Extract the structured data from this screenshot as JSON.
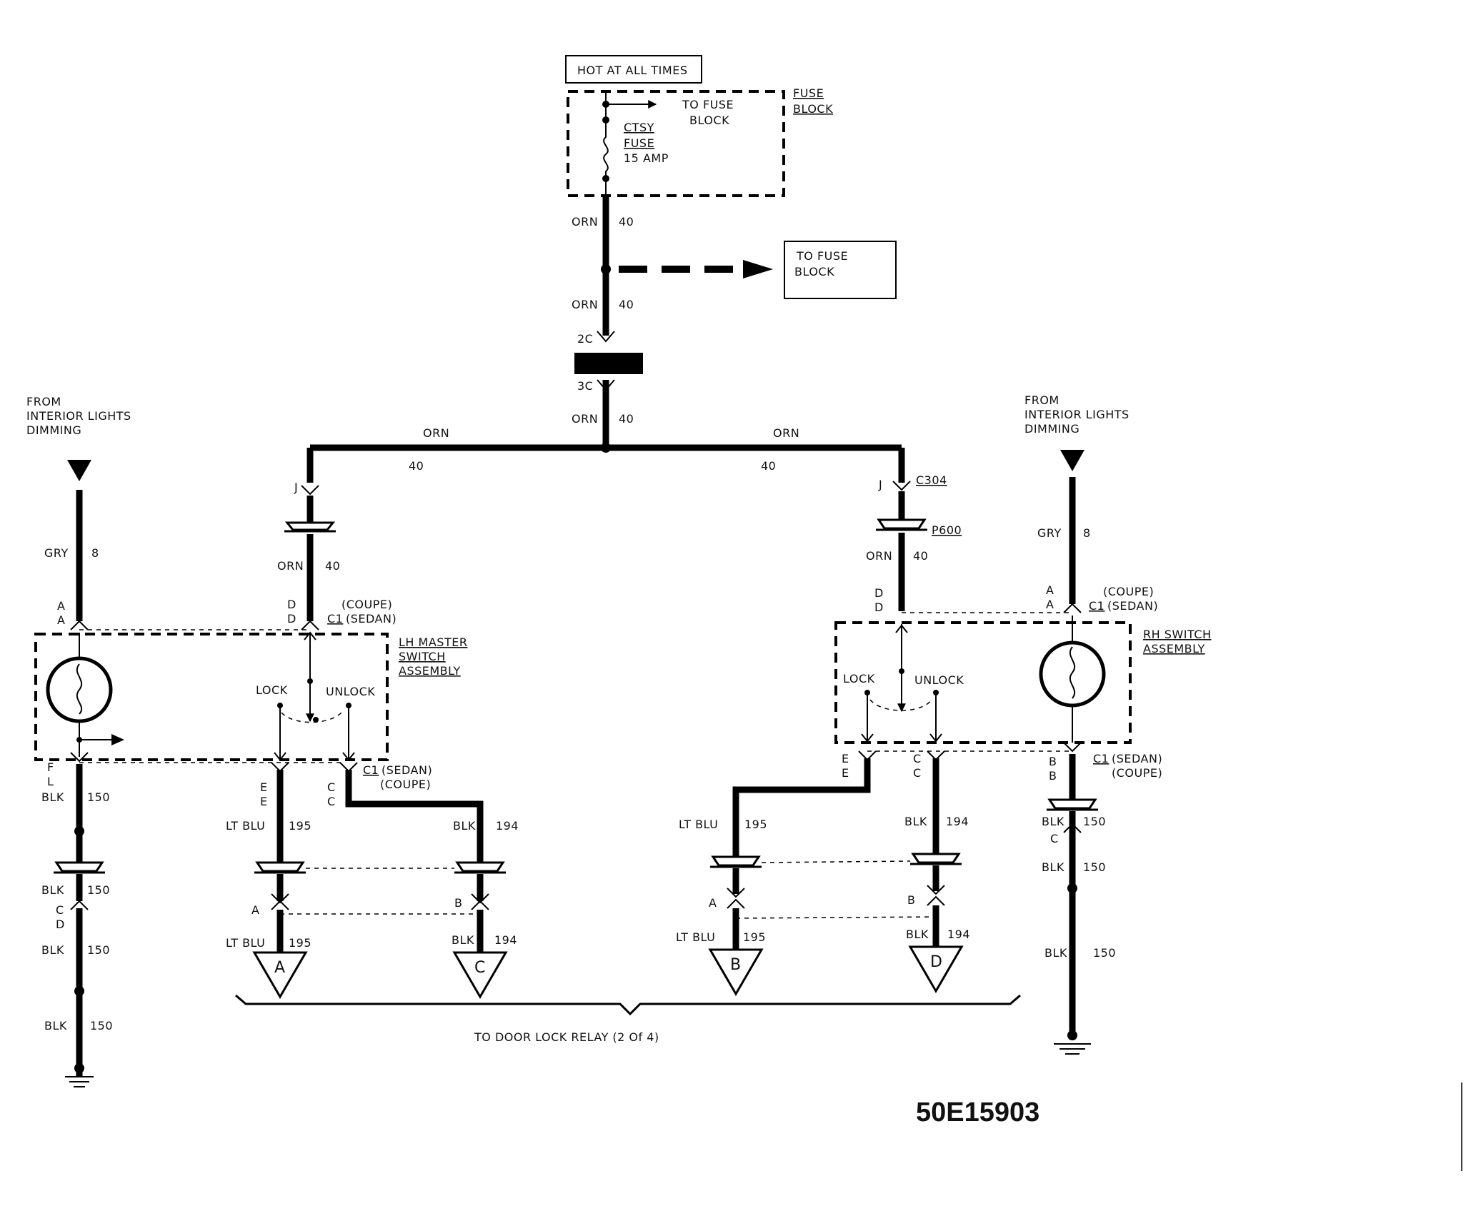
{
  "colors": {
    "ink": "#000000",
    "paper": "#ffffff"
  },
  "diagram_id": "50E15903",
  "top": {
    "hot_label": "HOT AT ALL TIMES",
    "fuse_block_label_line1": "FUSE",
    "fuse_block_label_line2": "BLOCK",
    "to_fuse_block_line1": "TO FUSE",
    "to_fuse_block_line2": "BLOCK",
    "fuse_name_line1": "CTSY",
    "fuse_name_line2": "FUSE",
    "fuse_rating": "15 AMP",
    "box2_line1": "TO FUSE",
    "box2_line2": "BLOCK",
    "wire_color": "ORN",
    "wire_num": "40",
    "conn_upper": "2C",
    "conn_lower": "3C"
  },
  "left": {
    "from_line1": "FROM",
    "from_line2": "INTERIOR LIGHTS",
    "from_line3": "DIMMING",
    "gry": "GRY",
    "gry_num": "8",
    "pin_a1": "A",
    "pin_a2": "A",
    "pin_f": "F",
    "pin_l": "L",
    "blk": "BLK",
    "blk_num": "150",
    "pin_c": "C",
    "pin_d": "D"
  },
  "lh": {
    "orn_top": "ORN",
    "num_top": "40",
    "pin_j": "J",
    "orn": "ORN",
    "orn_num": "40",
    "pin_d1": "D",
    "pin_d2": "D",
    "coupe": "(COUPE)",
    "c1": "C1",
    "sedan": "(SEDAN)",
    "assembly_line1": "LH MASTER",
    "assembly_line2": "SWITCH",
    "assembly_line3": "ASSEMBLY",
    "lock": "LOCK",
    "unlock": "UNLOCK",
    "pin_e1": "E",
    "pin_e2": "E",
    "pin_c1": "C",
    "pin_c2": "C",
    "bottom_c1": "C1",
    "bottom_sedan": "(SEDAN)",
    "bottom_coupe": "(COUPE)",
    "ltblu": "LT BLU",
    "ltblu_num": "195",
    "blk": "BLK",
    "blk_num": "194",
    "pin_a": "A",
    "pin_b": "B",
    "ltblu2": "LT BLU",
    "ltblu2_num": "195",
    "blk2": "BLK",
    "blk2_num": "194",
    "tri_a": "A",
    "tri_c": "C"
  },
  "rh": {
    "orn_top": "ORN",
    "num_top": "40",
    "pin_j": "J",
    "c304": "C304",
    "p600": "P600",
    "orn": "ORN",
    "orn_num": "40",
    "pin_d1": "D",
    "pin_d2": "D",
    "lock": "LOCK",
    "unlock": "UNLOCK",
    "pin_e1": "E",
    "pin_e2": "E",
    "pin_c1": "C",
    "pin_c2": "C",
    "ltblu": "LT BLU",
    "ltblu_num": "195",
    "blk": "BLK",
    "blk_num": "194",
    "pin_a": "A",
    "pin_b": "B",
    "ltblu2": "LT BLU",
    "ltblu2_num": "195",
    "blk2": "BLK",
    "blk2_num": "194",
    "tri_b": "B",
    "tri_d": "D"
  },
  "right": {
    "from_line1": "FROM",
    "from_line2": "INTERIOR LIGHTS",
    "from_line3": "DIMMING",
    "gry": "GRY",
    "gry_num": "8",
    "pin_a1": "A",
    "pin_a2": "A",
    "coupe": "(COUPE)",
    "c1": "C1",
    "sedan": "(SEDAN)",
    "assembly_line1": "RH SWITCH",
    "assembly_line2": "ASSEMBLY",
    "pin_b1": "B",
    "pin_b2": "B",
    "bottom_c1": "C1",
    "bottom_sedan": "(SEDAN)",
    "bottom_coupe": "(COUPE)",
    "blk": "BLK",
    "blk_num": "150",
    "pin_c": "C"
  },
  "bottom": {
    "relay_label": "TO DOOR LOCK RELAY  (2 Of 4)"
  }
}
